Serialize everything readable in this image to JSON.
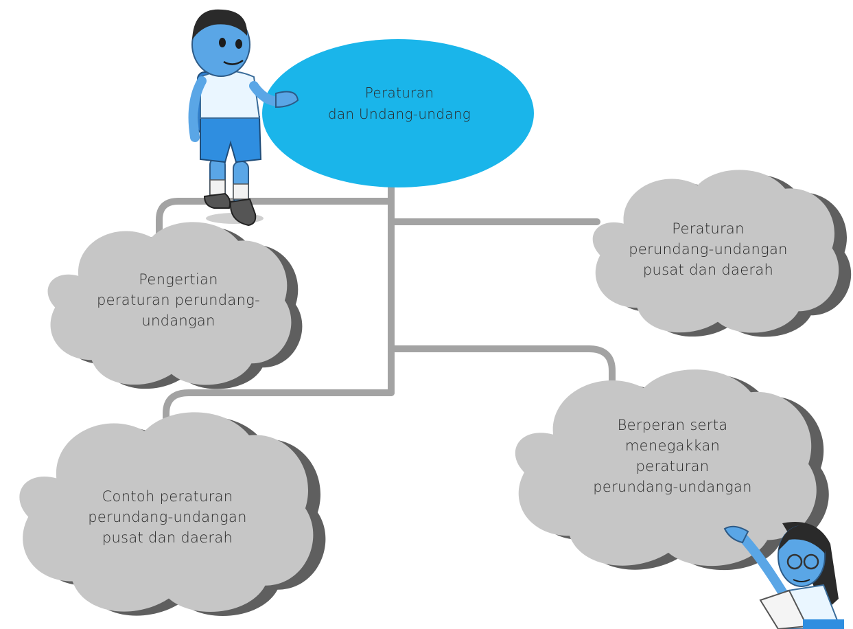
{
  "colors": {
    "central_fill": "#1ab5ea",
    "cloud_fill": "#c6c6c6",
    "cloud_shadow": "#5f5f5f",
    "connector": "#a3a3a3",
    "character_skin": "#5aa6e6",
    "text": "#2a2a2a"
  },
  "central_node": {
    "lines": [
      "Peraturan",
      "dan Undang-undang"
    ]
  },
  "nodes": {
    "definition": {
      "lines": [
        "Pengertian",
        "peraturan perundang-",
        "undangan"
      ]
    },
    "central_regional": {
      "lines": [
        "Peraturan",
        "perundang-undangan",
        "pusat dan daerah"
      ]
    },
    "examples": {
      "lines": [
        "Contoh peraturan",
        "perundang-undangan",
        "pusat dan daerah"
      ]
    },
    "participation": {
      "lines": [
        "Berperan serta",
        "menegakkan",
        "peraturan",
        "perundang-undangan"
      ]
    }
  },
  "characters": [
    {
      "name": "boy-student",
      "role": "pointing to central topic"
    },
    {
      "name": "girl-student",
      "role": "pointing to participation topic"
    }
  ]
}
